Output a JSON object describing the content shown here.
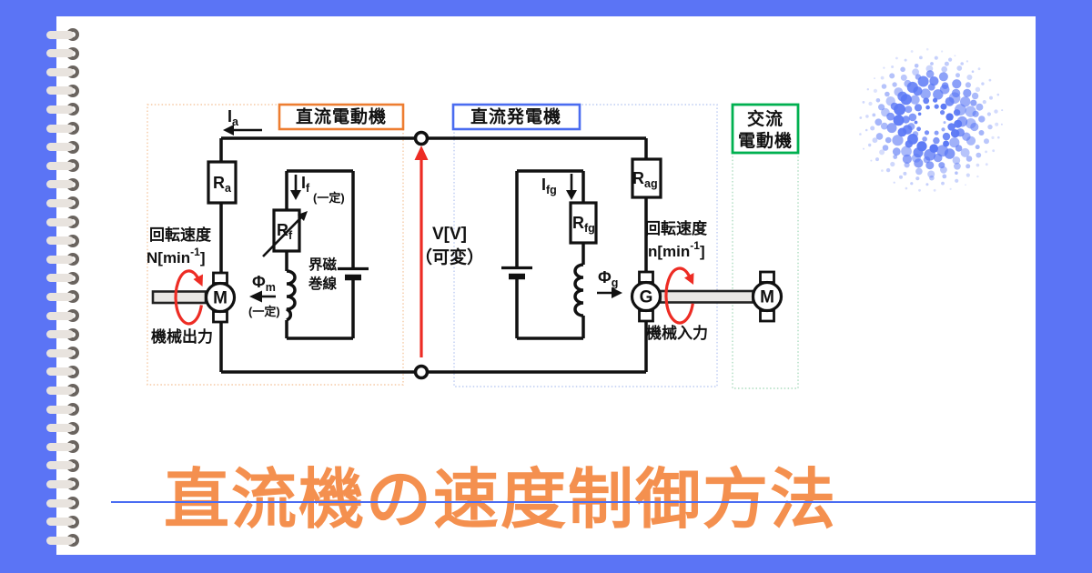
{
  "page": {
    "title": "直流機の速度制御方法"
  },
  "colors": {
    "background": "#5b74f5",
    "page": "#ffffff",
    "title_orange": "#f4904f",
    "underline_blue": "#4a6cf2",
    "annotation_red": "#ed2c24",
    "wire_black": "#111111",
    "dc_motor_border": "#ed7d31",
    "dc_motor_dashed": "#f6c9a3",
    "dc_generator_border": "#4a6cf0",
    "dc_generator_dashed": "#bccbf2",
    "ac_motor_border": "#00b050",
    "ac_motor_dashed": "#abdcbe",
    "ring_bar": "#e8e3de",
    "ring_coil": "#6a645f",
    "logo_dot": "#5b78f5"
  },
  "sections": {
    "dc_motor": {
      "label": "直流電動機"
    },
    "dc_generator": {
      "label": "直流発電機"
    },
    "ac_motor": {
      "label_line1": "交流",
      "label_line2": "電動機"
    }
  },
  "motor": {
    "armature_current": {
      "main": "I",
      "sub": "a"
    },
    "armature_resistance": {
      "main": "R",
      "sub": "a"
    },
    "field_resistance": {
      "main": "R",
      "sub": "f"
    },
    "field_current": {
      "main": "I",
      "sub": "f"
    },
    "field_current_note": "(一定)",
    "flux": {
      "main": "Φ",
      "sub": "m"
    },
    "flux_note": "(一定)",
    "field_winding": {
      "line1": "界磁",
      "line2": "巻線"
    },
    "machine_letter": "M",
    "speed_label": "回転速度",
    "speed_value": {
      "pre": "N[min",
      "sup": "-1",
      "post": "]"
    },
    "power_label": "機械出力"
  },
  "link": {
    "voltage_label": "V[V]",
    "voltage_note": "（可変）"
  },
  "generator": {
    "armature_resistance": {
      "main": "R",
      "sub": "ag"
    },
    "field_resistance": {
      "main": "R",
      "sub": "fg"
    },
    "field_current": {
      "main": "I",
      "sub": "fg"
    },
    "flux": {
      "main": "Φ",
      "sub": "g"
    },
    "machine_letter": "G",
    "speed_label": "回転速度",
    "speed_value": {
      "pre": "n[min",
      "sup": "-1",
      "post": "]"
    },
    "power_label": "機械入力"
  },
  "ac_motor": {
    "machine_letter": "M"
  }
}
